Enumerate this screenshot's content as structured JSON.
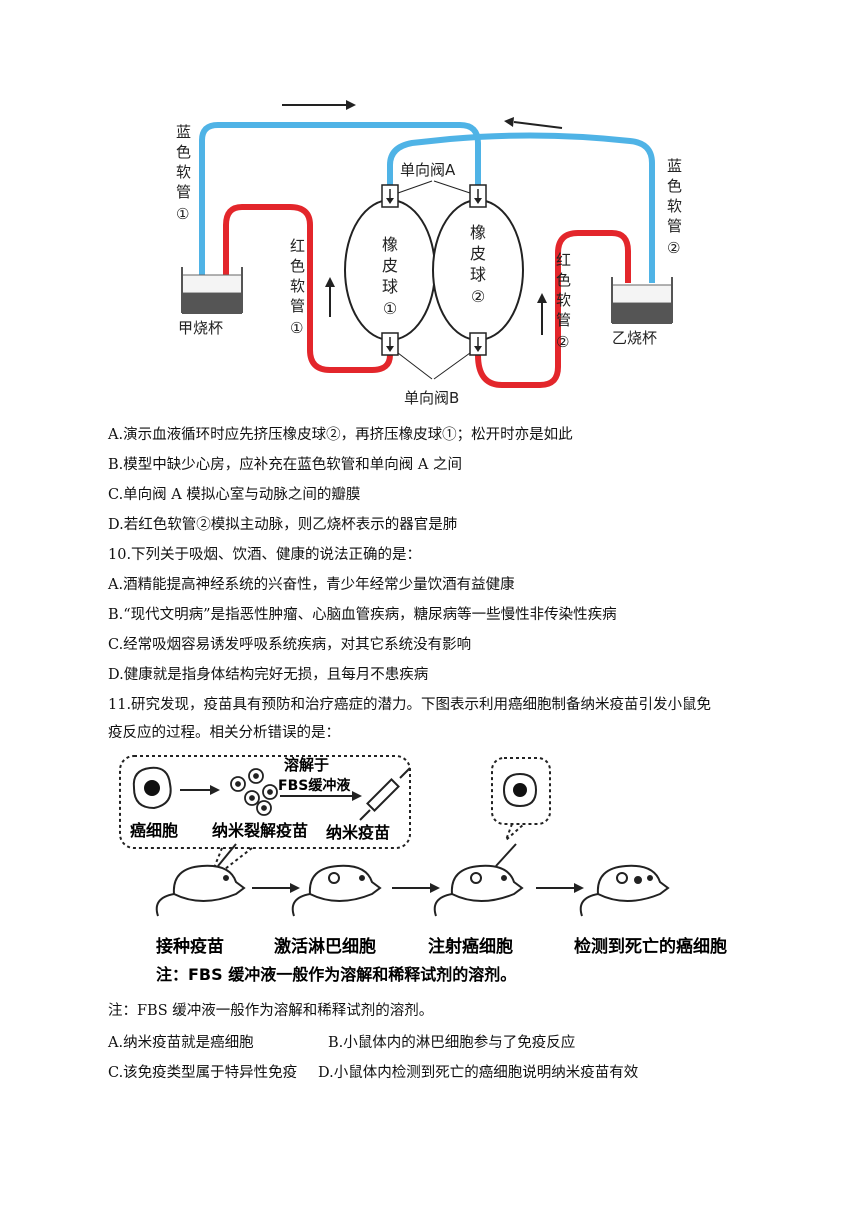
{
  "figure1": {
    "labels": {
      "blue_tube_1": [
        "蓝",
        "色",
        "软",
        "管",
        "①"
      ],
      "blue_tube_2": [
        "蓝",
        "色",
        "软",
        "管",
        "②"
      ],
      "red_tube_1": [
        "红",
        "色",
        "软",
        "管",
        "①"
      ],
      "red_tube_2": [
        "红",
        "色",
        "软",
        "管",
        "②"
      ],
      "valve_a": "单向阀A",
      "valve_b": "单向阀B",
      "bulb_1": [
        "橡",
        "皮",
        "球",
        "①"
      ],
      "bulb_2": [
        "橡",
        "皮",
        "球",
        "②"
      ],
      "beaker_jia": "甲烧杯",
      "beaker_yi": "乙烧杯"
    },
    "colors": {
      "blue_tube": "#4fb3e6",
      "red_tube": "#e3262b",
      "liquid": "#555555"
    }
  },
  "q9_options": [
    "A.演示血液循环时应先挤压橡皮球②，再挤压橡皮球①；松开时亦是如此",
    "B.模型中缺少心房，应补充在蓝色软管和单向阀 A 之间",
    "C.单向阀 A 模拟心室与动脉之间的瓣膜",
    "D.若红色软管②模拟主动脉，则乙烧杯表示的器官是肺"
  ],
  "q10": {
    "stem": "10.下列关于吸烟、饮酒、健康的说法正确的是：",
    "options": [
      "A.酒精能提高神经系统的兴奋性，青少年经常少量饮酒有益健康",
      "B.“现代文明病”是指恶性肿瘤、心脑血管疾病，糖尿病等一些慢性非传染性疾病",
      "C.经常吸烟容易诱发呼吸系统疾病，对其它系统没有影响",
      "D.健康就是指身体结构完好无损，且每月不患疾病"
    ]
  },
  "q11": {
    "stem_line1": "11.研究发现，疫苗具有预防和治疗癌症的潜力。下图表示利用癌细胞制备纳米疫苗引发小鼠免",
    "stem_line2": "疫反应的过程。相关分析错误的是：",
    "figure": {
      "cancer_cell": "癌细胞",
      "nano_lysate": "纳米裂解疫苗",
      "dissolve_line1": "溶解于",
      "dissolve_line2": "FBS缓冲液",
      "nano_vaccine": "纳米疫苗",
      "step1": "接种疫苗",
      "step2": "激活淋巴细胞",
      "step3": "注射癌细胞",
      "step4": "检测到死亡的癌细胞",
      "note": "注：FBS 缓冲液一般作为溶解和稀释试剂的溶剂。"
    },
    "note": "注：FBS 缓冲液一般作为溶解和稀释试剂的溶剂。",
    "optA": "A.纳米疫苗就是癌细胞",
    "optB": "B.小鼠体内的淋巴细胞参与了免疫反应",
    "optC": "C.该免疫类型属于特异性免疫",
    "optD": "D.小鼠体内检测到死亡的癌细胞说明纳米疫苗有效"
  }
}
